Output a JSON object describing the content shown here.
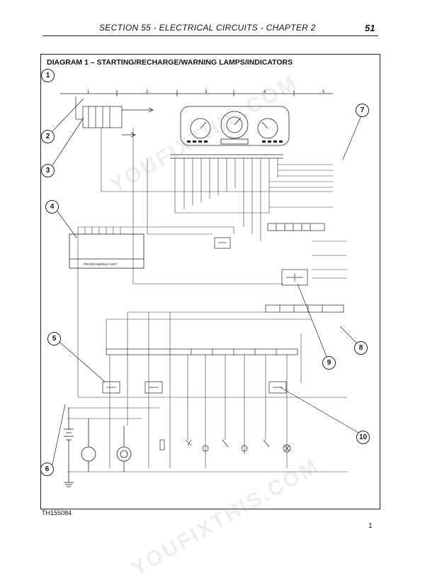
{
  "header": {
    "title": "SECTION 55 - ELECTRICAL CIRCUITS - CHAPTER 2",
    "page_number": "51"
  },
  "diagram": {
    "title": "DIAGRAM 1 – STARTING/RECHARGE/WARNING LAMPS/INDICATORS",
    "ref_code": "TH155084",
    "footer_page": "1",
    "grid_columns": [
      "1",
      "2",
      "3",
      "4",
      "5"
    ],
    "callouts": [
      "1",
      "2",
      "3",
      "4",
      "5",
      "6",
      "7",
      "8",
      "9",
      "10"
    ],
    "unit_label": "PROGRAMMING UNIT",
    "watermark": "YOUFIXTHIS.COM"
  }
}
